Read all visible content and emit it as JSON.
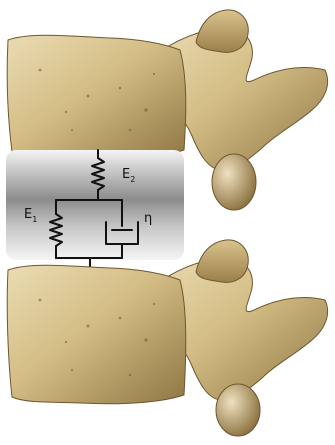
{
  "diagram": {
    "labels": {
      "e2": {
        "base": "E",
        "sub": "2"
      },
      "e1": {
        "base": "E",
        "sub": "1"
      },
      "eta": "η"
    },
    "colors": {
      "bone_light": "#e2cfa0",
      "bone_mid": "#c6ad73",
      "bone_dark": "#7d6435",
      "disc_gray": "#9b9b9b",
      "disc_light": "#f2f2f2",
      "line": "#111111"
    }
  }
}
